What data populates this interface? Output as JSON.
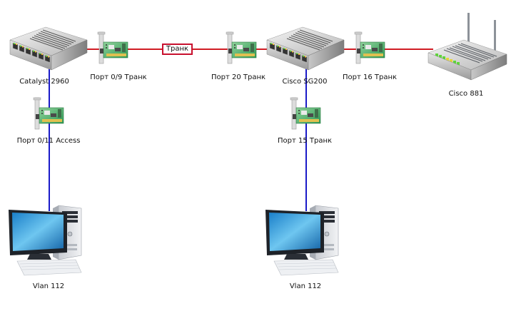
{
  "diagram": {
    "title": "",
    "colors": {
      "trunk_link": "#d01c24",
      "access_link": "#1a1ac8",
      "trunk_box_border": "#c8102e"
    },
    "nodes": [
      {
        "id": "catalyst",
        "type": "switch",
        "icon": "switch-icon",
        "label": "Catalyst 2960"
      },
      {
        "id": "nic_0_9",
        "type": "nic",
        "icon": "network-card-icon",
        "label": "Порт 0/9 Транк"
      },
      {
        "id": "nic_20",
        "type": "nic",
        "icon": "network-card-icon",
        "label": "Порт 20 Транк"
      },
      {
        "id": "sg200",
        "type": "switch",
        "icon": "switch-icon",
        "label": "Cisco SG200"
      },
      {
        "id": "nic_16",
        "type": "nic",
        "icon": "network-card-icon",
        "label": "Порт 16 Транк"
      },
      {
        "id": "router",
        "type": "router",
        "icon": "router-icon",
        "label": "Cisco 881"
      },
      {
        "id": "nic_0_11",
        "type": "nic",
        "icon": "network-card-icon",
        "label": "Порт 0/11 Access"
      },
      {
        "id": "nic_15",
        "type": "nic",
        "icon": "network-card-icon",
        "label": "Порт 15 Транк"
      },
      {
        "id": "pc_left",
        "type": "pc",
        "icon": "desktop-computer-icon",
        "label": "Vlan 112"
      },
      {
        "id": "pc_right",
        "type": "pc",
        "icon": "desktop-computer-icon",
        "label": "Vlan 112"
      }
    ],
    "links": [
      {
        "from": "catalyst",
        "to": "sg200",
        "kind": "trunk",
        "label": "Транк"
      },
      {
        "from": "sg200",
        "to": "router",
        "kind": "trunk"
      },
      {
        "from": "catalyst",
        "to": "pc_left",
        "kind": "access"
      },
      {
        "from": "sg200",
        "to": "pc_right",
        "kind": "access"
      }
    ]
  }
}
